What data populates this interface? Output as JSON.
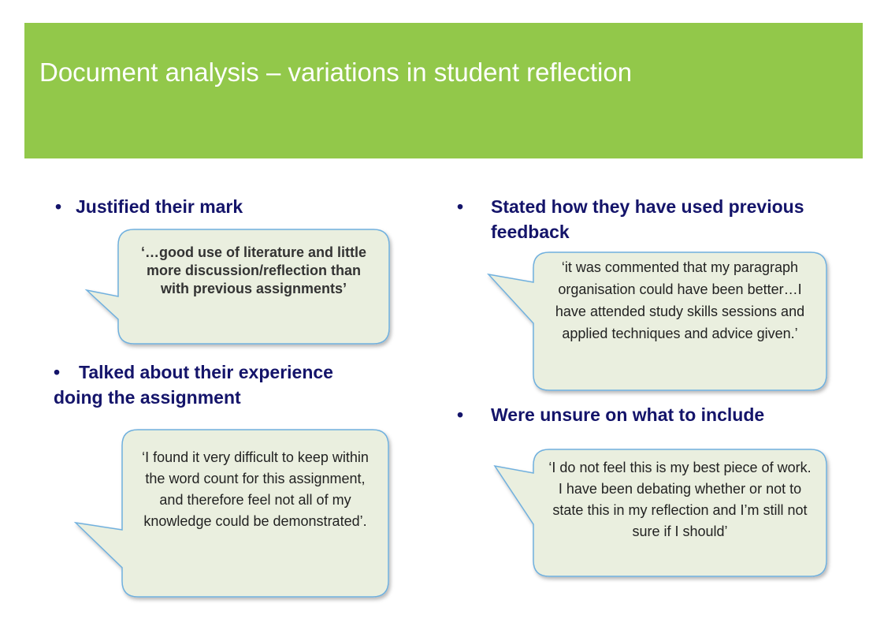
{
  "slide": {
    "title": "Document analysis – variations in student reflection",
    "accent_color": "#92c84a",
    "bullet_color": "#14146a"
  },
  "bullets": [
    {
      "text": "Justified their mark"
    },
    {
      "text": "Talked about their experience doing the assignment"
    },
    {
      "text": "Stated how they have used previous feedback"
    },
    {
      "text": "Were unsure on what to include"
    }
  ],
  "quotes": [
    {
      "text": "‘…good use of literature and little more discussion/reflection than with previous assignments’"
    },
    {
      "text": "‘I found it very difficult to keep within the word count for this assignment, and therefore feel not all of my knowledge could be demonstrated’."
    },
    {
      "text": "‘it was commented that my paragraph organisation could have been better…I have attended study skills sessions and applied techniques and advice given.’"
    },
    {
      "text": "‘I do not feel this is my best piece of work. I have been debating whether or not to state this in my reflection and I’m still not sure if I should’"
    }
  ]
}
